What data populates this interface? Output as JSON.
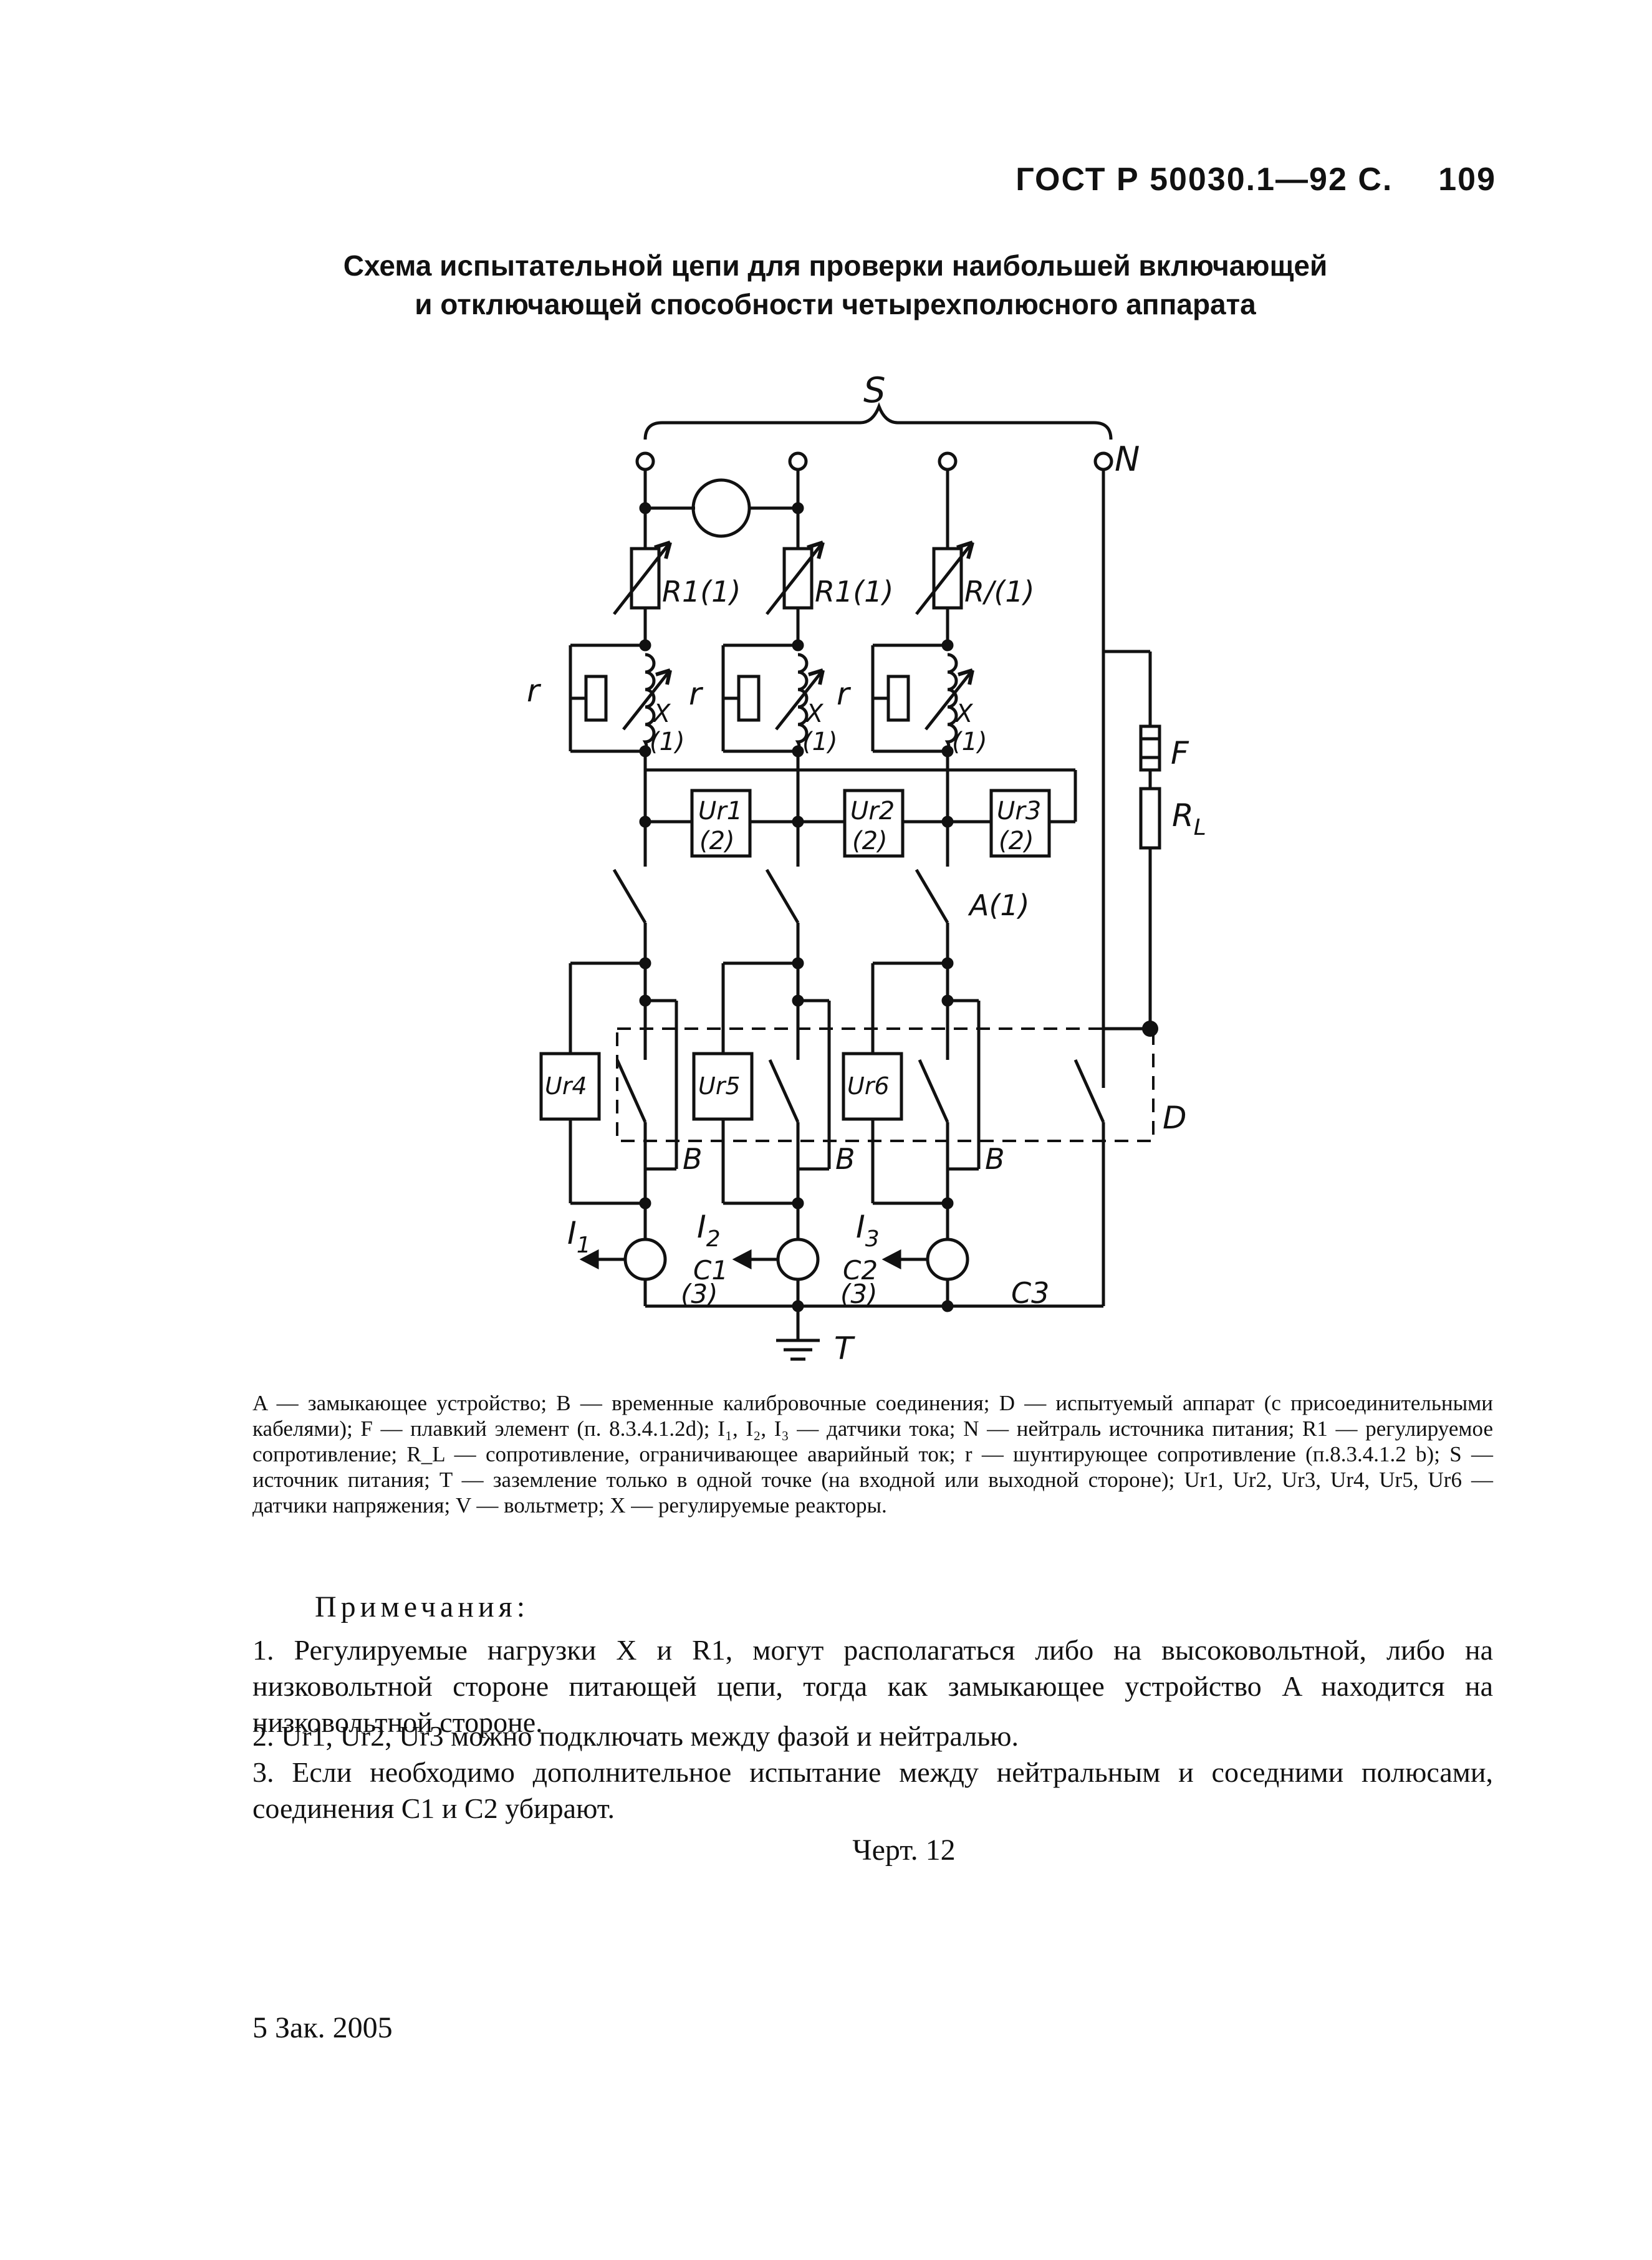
{
  "header": {
    "standard": "ГОСТ Р 50030.1—92 С.",
    "page": "109"
  },
  "title": {
    "line1": "Схема испытательной цепи для проверки наибольшей включающей",
    "line2": "и отключающей способности четырехполюсного аппарата"
  },
  "diagram": {
    "labels": {
      "S": "S",
      "N": "N",
      "R1": "R1(1)",
      "R1c": "R/(1)",
      "r": "r",
      "X": "X",
      "X1": "(1)",
      "F": "F",
      "RL": "R",
      "RL_sub": "L",
      "Ur1": "Ur1",
      "Ur2": "Ur2",
      "Ur3": "Ur3",
      "two": "(2)",
      "A": "A(1)",
      "Ur4": "Ur4",
      "Ur5": "Ur5",
      "Ur6": "Ur6",
      "B": "B",
      "D": "D",
      "I1": "I",
      "I1_sub": "1",
      "I2": "I",
      "I2_sub": "2",
      "I3": "I",
      "I3_sub": "3",
      "C1": "C1",
      "C2": "C2",
      "C3": "C3",
      "three": "(3)",
      "T": "T"
    }
  },
  "legend": "A — замыкающее устройство; B — временные калибровочные соединения; D — испытуемый аппарат (с присоединительными кабелями); F — плавкий элемент (п. 8.3.4.1.2d); I₁, I₂, I₃ — датчики тока; N — нейтраль источника питания; R1 — регулируемое сопротивление; R_L — сопротивление, ограничивающее аварийный ток; r — шунтирующее сопротивление (п.8.3.4.1.2 b); S — источник питания; T — заземление только в одной точке (на входной или выходной стороне); Ur1, Ur2, Ur3, Ur4, Ur5, Ur6 — датчики напряжения; V — вольтметр; X — регулируемые реакторы.",
  "notes": {
    "heading": "Примечания:",
    "items": [
      "1. Регулируемые нагрузки X и R1, могут располагаться либо на высоковольтной, либо на низковольтной стороне питающей цепи, тогда как замыкающее устройство A находится на низковольтной стороне.",
      "2. Ur1, Ur2, Ur3 можно подключать между фазой и нейтралью.",
      "3. Если необходимо дополнительное испытание между нейтральным и соседними полюсами, соединения C1 и C2 убирают."
    ]
  },
  "figure": "Черт. 12",
  "order": "5 Зак. 2005"
}
